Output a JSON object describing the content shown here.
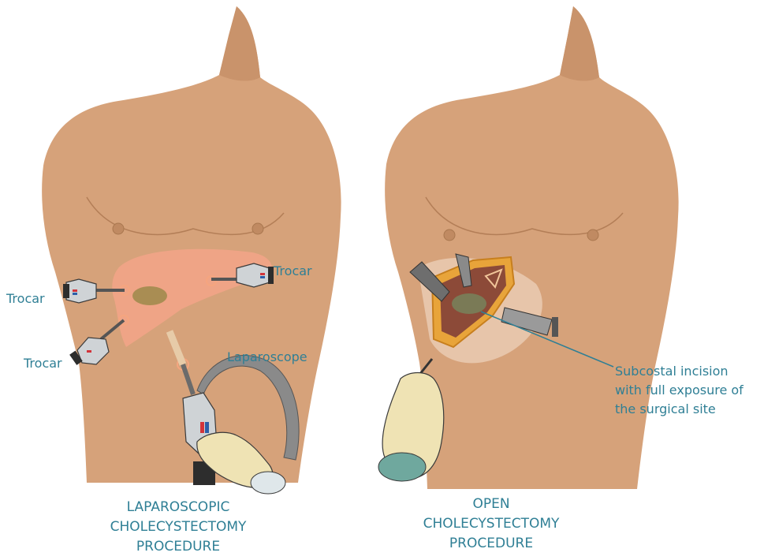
{
  "labels": {
    "trocar_right": "Trocar",
    "trocar_left_upper": "Trocar",
    "trocar_left_lower": "Trocar",
    "laparoscope": "Laparoscope",
    "incision_line1": "Subcostal incision",
    "incision_line2": "with full exposure of",
    "incision_line3": "the surgical site"
  },
  "titles": {
    "laparoscopic": [
      "LAPAROSCOPIC",
      "CHOLECYSTECTOMY",
      "PROCEDURE"
    ],
    "open": [
      "OPEN",
      "CHOLECYSTECTOMY",
      "PROCEDURE"
    ]
  },
  "colors": {
    "skin": "#d6a27a",
    "skin_shade": "#c48d63",
    "liver": "#f2a487",
    "label_text": "#2f7f95",
    "glove": "#efe3b4",
    "cuff": "#6fa89e"
  }
}
